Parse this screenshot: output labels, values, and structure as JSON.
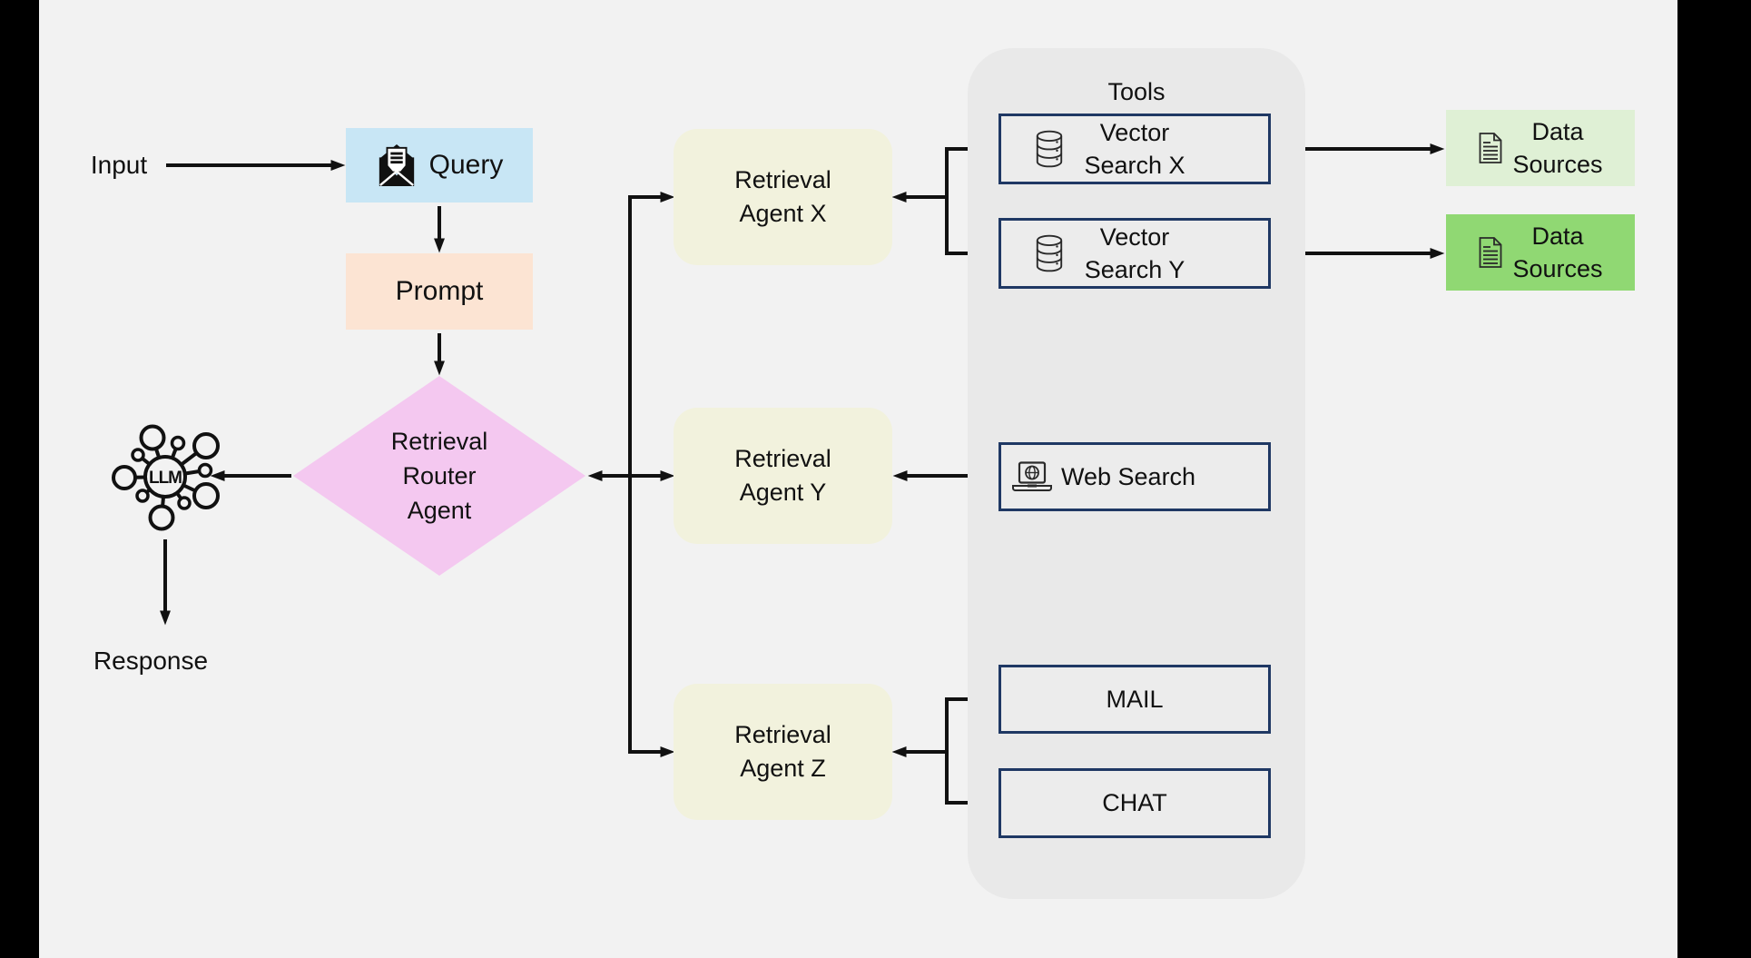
{
  "labels": {
    "input": "Input",
    "response": "Response",
    "tools_title": "Tools"
  },
  "nodes": {
    "query": {
      "label": "Query",
      "icon": "envelope-icon"
    },
    "prompt": {
      "label": "Prompt"
    },
    "router": {
      "lines": [
        "Retrieval",
        "Router",
        "Agent"
      ]
    },
    "llm": {
      "label": "LLM",
      "icon": "llm-network-icon"
    },
    "agent_x": {
      "lines": [
        "Retrieval",
        "Agent X"
      ]
    },
    "agent_y": {
      "lines": [
        "Retrieval",
        "Agent Y"
      ]
    },
    "agent_z": {
      "lines": [
        "Retrieval",
        "Agent Z"
      ]
    },
    "vector_search_x": {
      "lines": [
        "Vector",
        "Search X"
      ],
      "icon": "database-icon"
    },
    "vector_search_y": {
      "lines": [
        "Vector",
        "Search Y"
      ],
      "icon": "database-icon"
    },
    "web_search": {
      "label": "Web Search",
      "icon": "laptop-globe-icon"
    },
    "mail": {
      "label": "MAIL"
    },
    "chat": {
      "label": "CHAT"
    },
    "data_sources_top": {
      "lines": [
        "Data",
        "Sources"
      ],
      "icon": "document-icon"
    },
    "data_sources_bottom": {
      "lines": [
        "Data",
        "Sources"
      ],
      "icon": "document-icon"
    }
  },
  "colors": {
    "background": "#f2f2f2",
    "edge_bar": "#000000",
    "text_color": "#111111",
    "query_fill": "#c8e6f5",
    "prompt_fill": "#fce4d3",
    "router_fill": "#f4c8f0",
    "agent_fill": "#f2f2dd",
    "tools_panel_fill": "#e9e9e9",
    "tool_box_fill": "#ececec",
    "tool_box_border": "#1f3864",
    "ds_top_fill": "#dff0d5",
    "ds_bottom_fill": "#90d873",
    "line_color": "#111111"
  }
}
